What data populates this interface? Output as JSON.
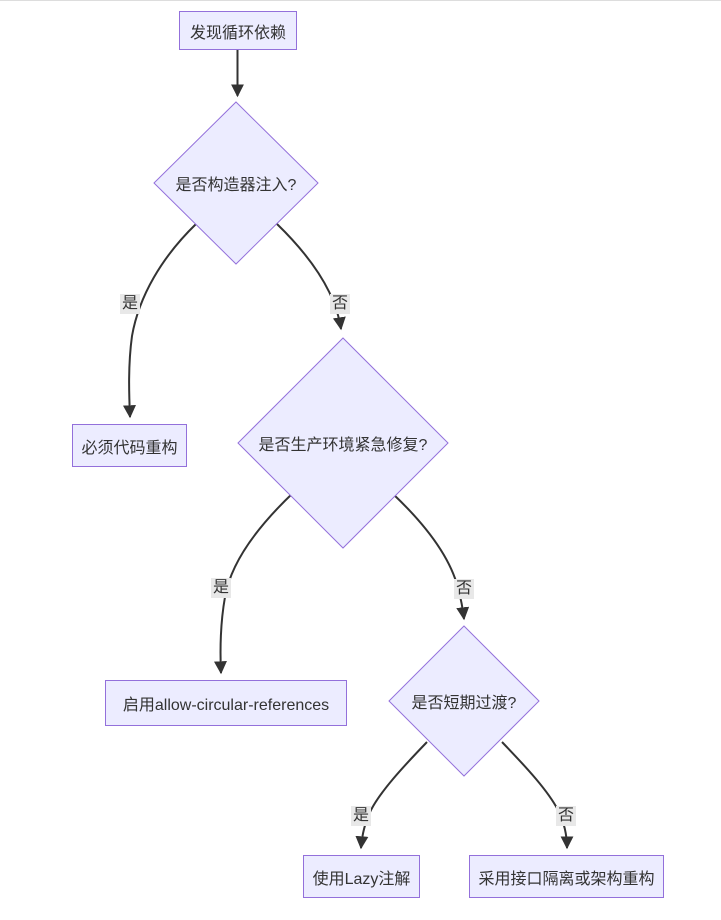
{
  "diagram": {
    "type": "flowchart",
    "direction": "top-down",
    "nodes": {
      "start": {
        "label": "发现循环依赖",
        "shape": "rect"
      },
      "constructor_decision": {
        "label": "是否构造器注入?",
        "shape": "diamond"
      },
      "refactor": {
        "label": "必须代码重构",
        "shape": "rect"
      },
      "prod_fix_decision": {
        "label": "是否生产环境紧急修复?",
        "shape": "diamond"
      },
      "allow_circular": {
        "label": "启用allow-circular-references",
        "shape": "rect"
      },
      "transition_decision": {
        "label": "是否短期过渡?",
        "shape": "diamond"
      },
      "lazy": {
        "label": "使用Lazy注解",
        "shape": "rect"
      },
      "isolation": {
        "label": "采用接口隔离或架构重构",
        "shape": "rect"
      }
    },
    "edges": [
      {
        "from": "start",
        "to": "constructor_decision",
        "label": ""
      },
      {
        "from": "constructor_decision",
        "to": "refactor",
        "label": "是"
      },
      {
        "from": "constructor_decision",
        "to": "prod_fix_decision",
        "label": "否"
      },
      {
        "from": "prod_fix_decision",
        "to": "allow_circular",
        "label": "是"
      },
      {
        "from": "prod_fix_decision",
        "to": "transition_decision",
        "label": "否"
      },
      {
        "from": "transition_decision",
        "to": "lazy",
        "label": "是"
      },
      {
        "from": "transition_decision",
        "to": "isolation",
        "label": "否"
      }
    ],
    "colors": {
      "node_fill": "#ECECFF",
      "node_border": "#9370DB",
      "edge": "#333333",
      "label_bg": "#e8e8e8",
      "text": "#333333",
      "page_border": "#dddddd"
    }
  }
}
